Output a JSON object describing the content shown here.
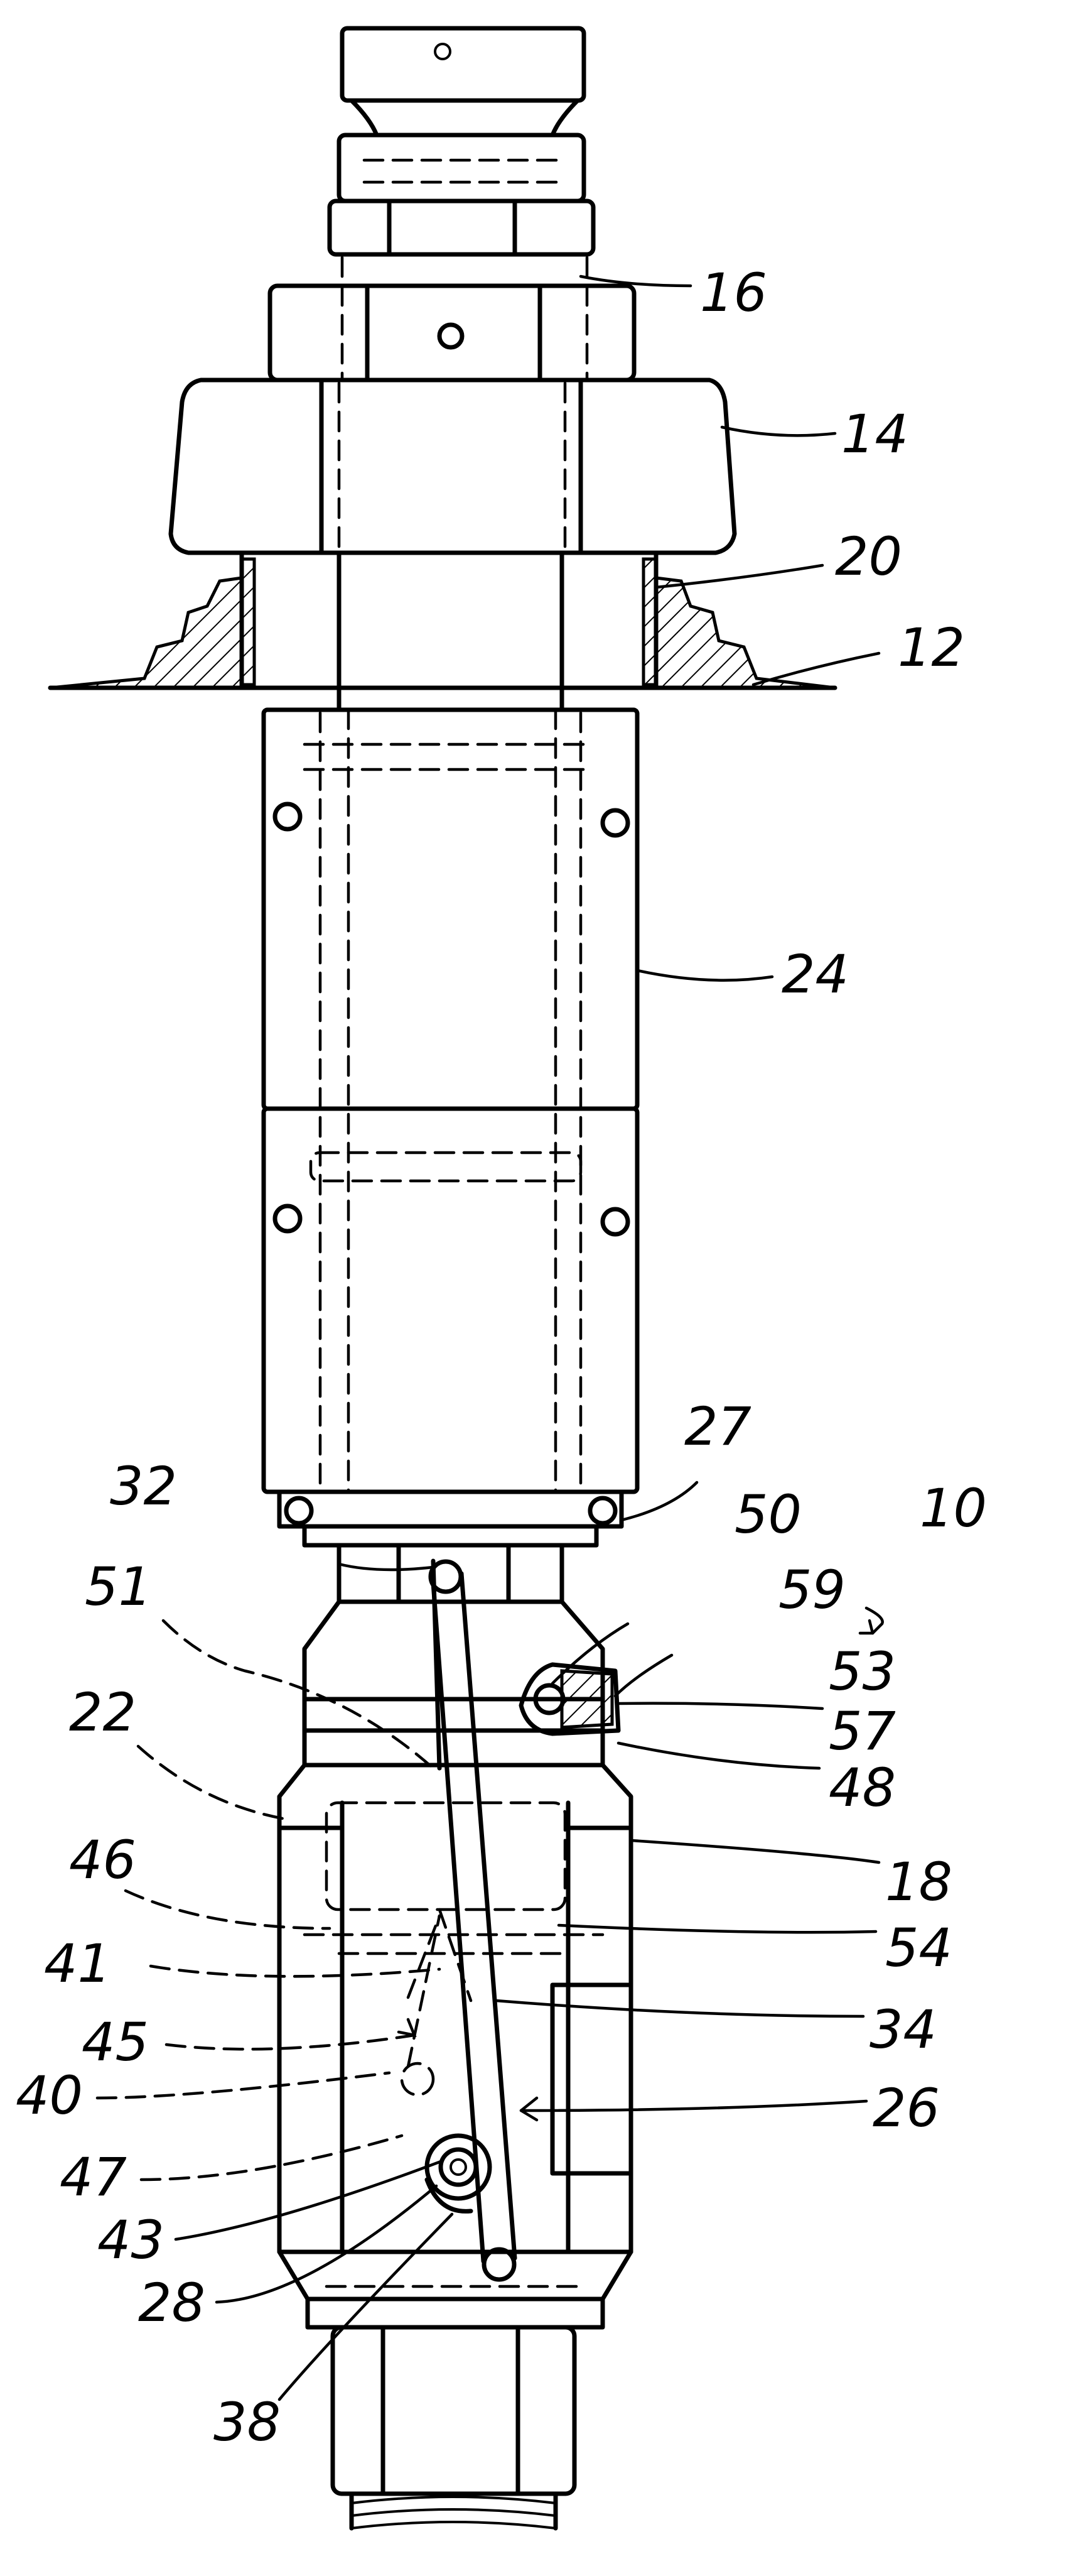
{
  "figure": {
    "labels": {
      "l16": "16",
      "l14": "14",
      "l20": "20",
      "l12": "12",
      "l24": "24",
      "l27": "27",
      "l32": "32",
      "l10": "10",
      "l50": "50",
      "l51": "51",
      "l59": "59",
      "l53": "53",
      "l22": "22",
      "l57": "57",
      "l48": "48",
      "l18": "18",
      "l46": "46",
      "l54": "54",
      "l41": "41",
      "l34": "34",
      "l45": "45",
      "l40": "40",
      "l26": "26",
      "l47": "47",
      "l43": "43",
      "l28": "28",
      "l38": "38"
    }
  }
}
